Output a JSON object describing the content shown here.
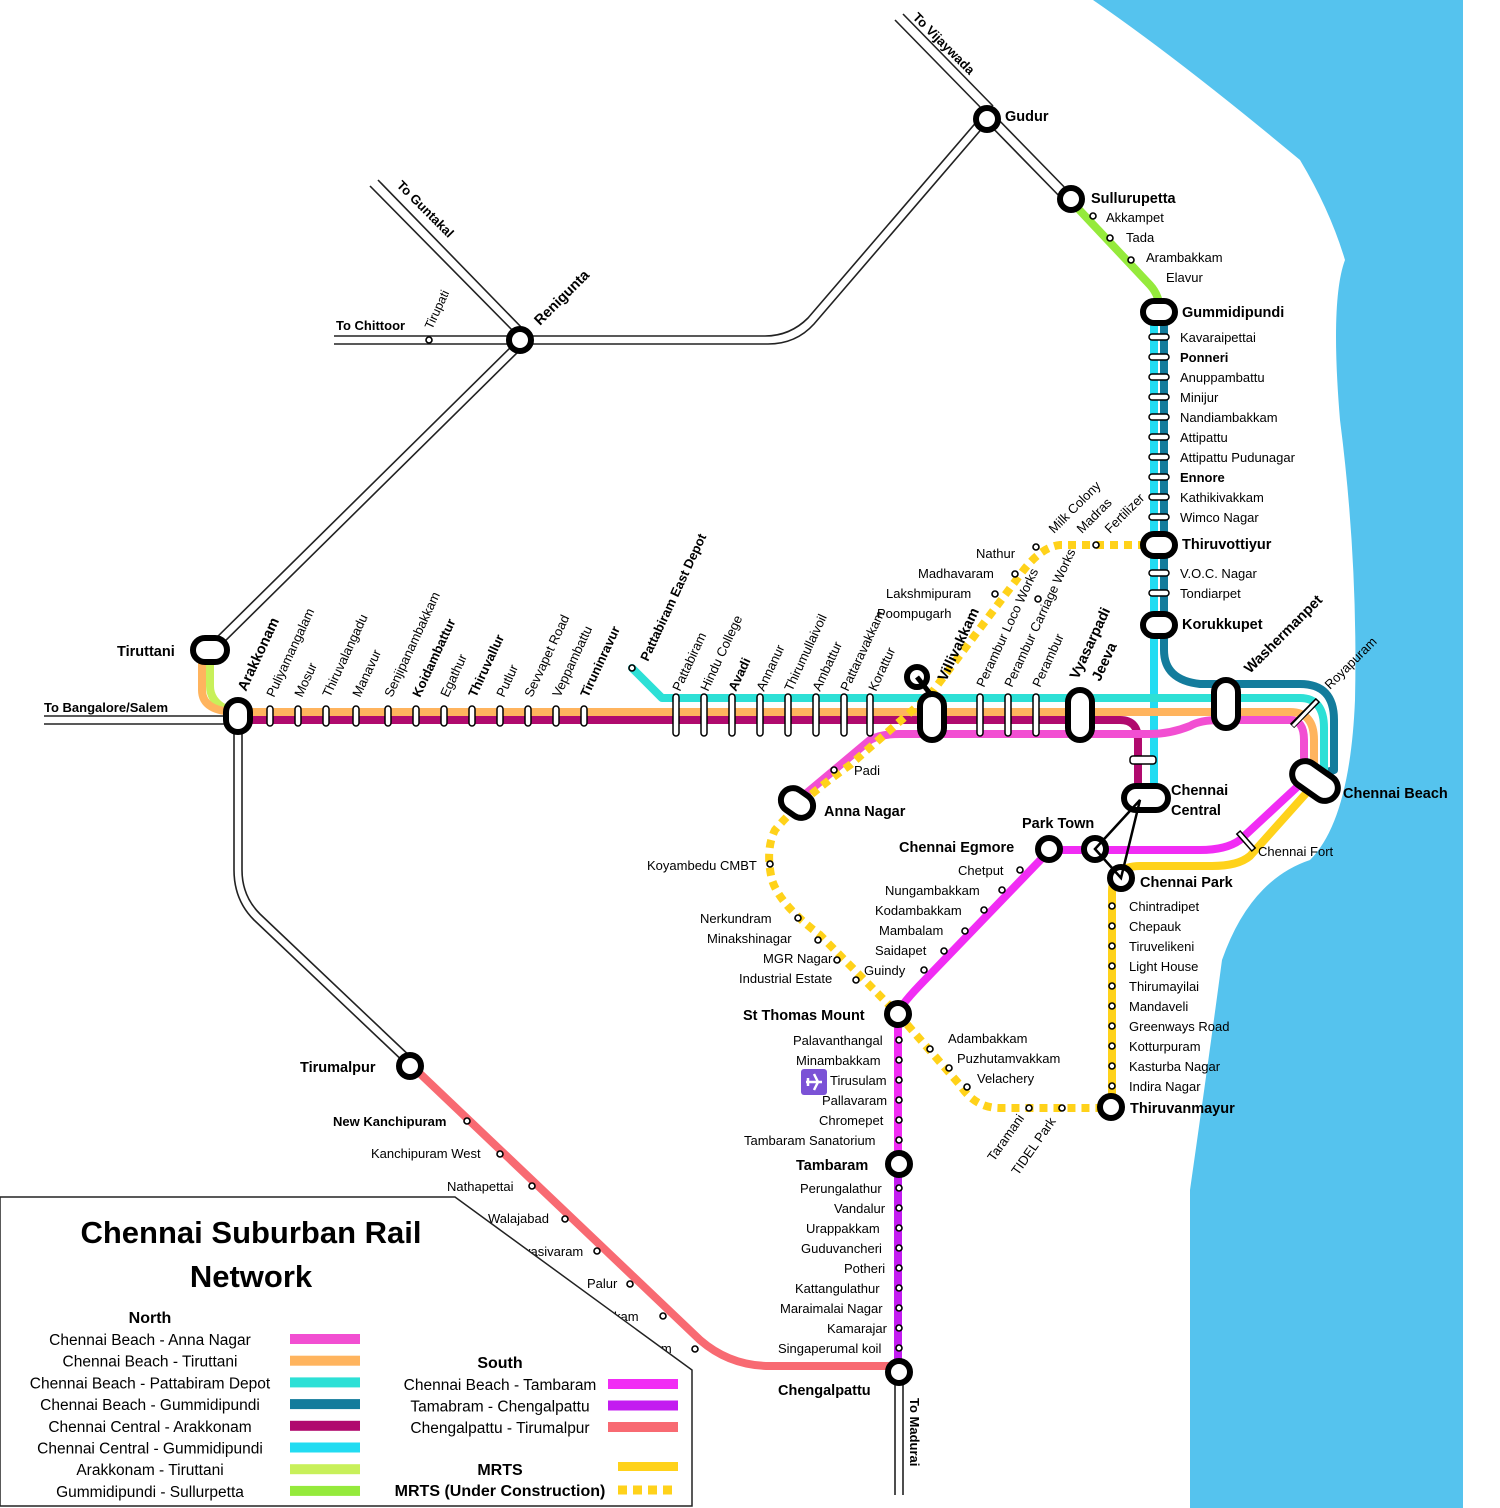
{
  "colors": {
    "sea": "#55c3ee",
    "beach_anna_nagar": "#f24fd2",
    "beach_tiruttani": "#ffb45e",
    "beach_pattabiram": "#2de0d6",
    "beach_gummidipundi": "#137c9c",
    "central_arakkonam": "#b00a6e",
    "central_gummidipundi": "#22dcf2",
    "arakkonam_tiruttani": "#c8f05a",
    "gummidipundi_sullurpetta": "#95ea3c",
    "beach_tambaram": "#f12cf4",
    "tambaram_chengalpattu": "#c31cf0",
    "chengalpattu_tirumalpur": "#f86a72",
    "mrts": "#ffd21a",
    "airport": "#7b52d6",
    "track": "#222222"
  },
  "title": {
    "line1": "Chennai Suburban Rail",
    "line2": "Network"
  },
  "legend": {
    "north_heading": "North",
    "south_heading": "South",
    "mrts_heading": "MRTS",
    "north": [
      {
        "label": "Chennai Beach - Anna Nagar",
        "color_key": "beach_anna_nagar"
      },
      {
        "label": "Chennai Beach - Tiruttani",
        "color_key": "beach_tiruttani"
      },
      {
        "label": "Chennai Beach - Pattabiram Depot",
        "color_key": "beach_pattabiram"
      },
      {
        "label": "Chennai Beach - Gummidipundi",
        "color_key": "beach_gummidipundi"
      },
      {
        "label": "Chennai Central - Arakkonam",
        "color_key": "central_arakkonam"
      },
      {
        "label": "Chennai Central - Gummidipundi",
        "color_key": "central_gummidipundi"
      },
      {
        "label": "Arakkonam - Tiruttani",
        "color_key": "arakkonam_tiruttani"
      },
      {
        "label": "Gummidipundi - Sullurpetta",
        "color_key": "gummidipundi_sullurpetta"
      }
    ],
    "south": [
      {
        "label": "Chennai Beach - Tambaram",
        "color_key": "beach_tambaram"
      },
      {
        "label": "Tamabram - Chengalpattu",
        "color_key": "tambaram_chengalpattu"
      },
      {
        "label": "Chengalpattu - Tirumalpur",
        "color_key": "chengalpattu_tirumalpur"
      }
    ],
    "mrts": {
      "label": "MRTS",
      "color_key": "mrts"
    },
    "mrts_uc": {
      "label": "MRTS (Under Construction)",
      "color_key": "mrts"
    }
  },
  "directions": {
    "vijaywada": "To Vijaywada",
    "guntakal": "To Guntakal",
    "chittoor": "To Chittoor",
    "bangalore": "To Bangalore/Salem",
    "madurai": "To Madurai"
  },
  "major_stations": {
    "gudur": "Gudur",
    "sullurupetta": "Sullurupetta",
    "renigunta": "Renigunta",
    "gummidipundi": "Gummidipundi",
    "thiruvottiyur": "Thiruvottiyur",
    "korukkupet": "Korukkupet",
    "washermanpet": "Washermanpet",
    "tiruttani": "Tiruttani",
    "arakkonam": "Arakkonam",
    "villivakkam": "Villivakkam",
    "vyasarpadi": "Vyasarpadi",
    "jeeva": "Jeeva",
    "chennai_beach": "Chennai Beach",
    "chennai_central_1": "Chennai",
    "chennai_central_2": "Central",
    "park_town": "Park Town",
    "chennai_park": "Chennai Park",
    "chennai_egmore": "Chennai Egmore",
    "anna_nagar": "Anna Nagar",
    "st_thomas_mount": "St Thomas Mount",
    "thiruvanmayur": "Thiruvanmayur",
    "tambaram": "Tambaram",
    "chengalpattu": "Chengalpattu",
    "tirumalpur": "Tirumalpur",
    "pattabiram_east_depot": "Pattabiram East Depot",
    "tiruninravur": "Tiruninravur",
    "avadi": "Avadi",
    "koidambattur": "Koidambattur",
    "thiruvallur": "Thiruvallur",
    "ponneri": "Ponneri",
    "ennore": "Ennore",
    "new_kanchipuram": "New Kanchipuram"
  },
  "stations": {
    "tirupati": "Tirupati",
    "akkampet": "Akkampet",
    "tada": "Tada",
    "arambakkam": "Arambakkam",
    "elavur": "Elavur",
    "kavaraipettai": "Kavaraipettai",
    "anuppambattu": "Anuppambattu",
    "minijur": "Minijur",
    "nandiambakkam": "Nandiambakkam",
    "attipattu": "Attipattu",
    "attipattu_pudunagar": "Attipattu Pudunagar",
    "kathikivakkam": "Kathikivakkam",
    "wimco_nagar": "Wimco Nagar",
    "voc_nagar": "V.O.C. Nagar",
    "tondiarpet": "Tondiarpet",
    "royapuram": "Royapuram",
    "milk_colony": "Milk Colony",
    "madras": "Madras",
    "fertilizer": "Fertilizer",
    "nathur": "Nathur",
    "madhavaram": "Madhavaram",
    "lakshmipuram": "Lakshmipuram",
    "poompugarh": "Poompugarh",
    "puliyamangalam": "Puliyamangalam",
    "mosur": "Mosur",
    "thiruvalangadu": "Thiruvalangadu",
    "manavur": "Manavur",
    "senjipanambakkam": "Senjipanambakkam",
    "egathur": "Egathur",
    "putlur": "Putlur",
    "sevvapet_road": "Sevvapet Road",
    "veppambattu": "Veppambattu",
    "pattabiram": "Pattabiram",
    "hindu_college": "Hindu College",
    "annanur": "Annanur",
    "thirumullaivoil": "Thirumullaivoil",
    "ambattur": "Ambattur",
    "pattaravakkam": "Pattaravakkam",
    "korattur": "Korattur",
    "perambur_loco": "Perambur Loco Works",
    "perambur_carriage": "Perambur Carriage Works",
    "perambur": "Perambur",
    "padi": "Padi",
    "koyambedu": "Koyambedu CMBT",
    "nerkundram": "Nerkundram",
    "minakshinagar": "Minakshinagar",
    "mgr_nagar": "MGR Nagar",
    "industrial_estate": "Industrial Estate",
    "chennai_fort": "Chennai Fort",
    "chetput": "Chetput",
    "nungambakkam": "Nungambakkam",
    "kodambakkam": "Kodambakkam",
    "mambalam": "Mambalam",
    "saidapet": "Saidapet",
    "guindy": "Guindy",
    "chintradipet": "Chintradipet",
    "chepauk": "Chepauk",
    "tiruvelikeni": "Tiruvelikeni",
    "light_house": "Light House",
    "thirumayilai": "Thirumayilai",
    "mandaveli": "Mandaveli",
    "greenways_road": "Greenways Road",
    "kotturpuram": "Kotturpuram",
    "kasturba_nagar": "Kasturba Nagar",
    "indira_nagar": "Indira Nagar",
    "adambakkam": "Adambakkam",
    "puzhutamvakkam": "Puzhutamvakkam",
    "velachery": "Velachery",
    "taramani": "Taramani",
    "tidel_park": "TIDEL Park",
    "palavanthangal": "Palavanthangal",
    "minambakkam": "Minambakkam",
    "tirusulam": "Tirusulam",
    "pallavaram": "Pallavaram",
    "chromepet": "Chromepet",
    "tambaram_sanatorium": "Tambaram Sanatorium",
    "perungalathur": "Perungalathur",
    "vandalur": "Vandalur",
    "urappakkam": "Urappakkam",
    "guduvancheri": "Guduvancheri",
    "potheri": "Potheri",
    "kattangulathur": "Kattangulathur",
    "maraimalai_nagar": "Maraimalai Nagar",
    "kamarajar": "Kamarajar",
    "singaperumal_koil": "Singaperumal koil",
    "kanchipuram_west": "Kanchipuram West",
    "nathapettai": "Nathapettai",
    "walajabad": "Walajabad",
    "palayasivaram": "Palayasivaram",
    "palur": "Palur",
    "villiambakkam": "Villiambakkam",
    "reddypalayam": "Reddypalayam"
  },
  "icons": {
    "airport": "airplane-icon"
  }
}
